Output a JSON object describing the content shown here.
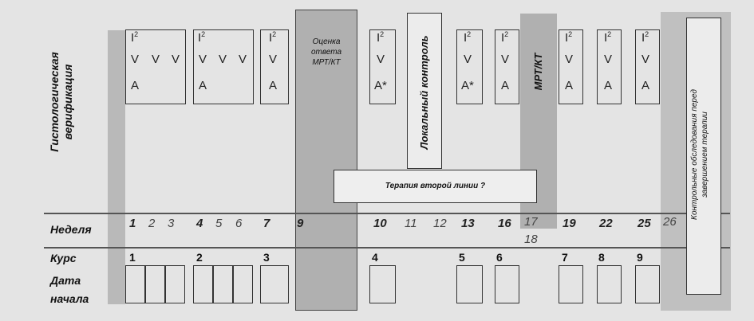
{
  "row_labels": {
    "histology": "Гистологическая верификация",
    "week": "Неделя",
    "course": "Курс",
    "start_date_line1": "Дата",
    "start_date_line2": "начала"
  },
  "columns": {
    "mri_ct_evaluation_line1": "Оценка",
    "mri_ct_evaluation_line2": "ответа",
    "mri_ct_evaluation_line3": "МРТ/КТ",
    "local_control": "Локальный контроль",
    "mri_ct": "МРТ/КТ",
    "control_exam": "Контрольные обследования перед завершением терапии",
    "second_line": "Терапия второй линии ?"
  },
  "symbols": {
    "i2": "I",
    "sup2": "2",
    "v": "V",
    "a": "A",
    "a_star": "A*"
  },
  "weeks": [
    "1",
    "2",
    "3",
    "4",
    "5",
    "6",
    "7",
    "9",
    "10",
    "11",
    "12",
    "13",
    "16",
    "17",
    "18",
    "19",
    "22",
    "25",
    "26"
  ],
  "courses": [
    "1",
    "2",
    "3",
    "4",
    "5",
    "6",
    "7",
    "8",
    "9"
  ]
}
